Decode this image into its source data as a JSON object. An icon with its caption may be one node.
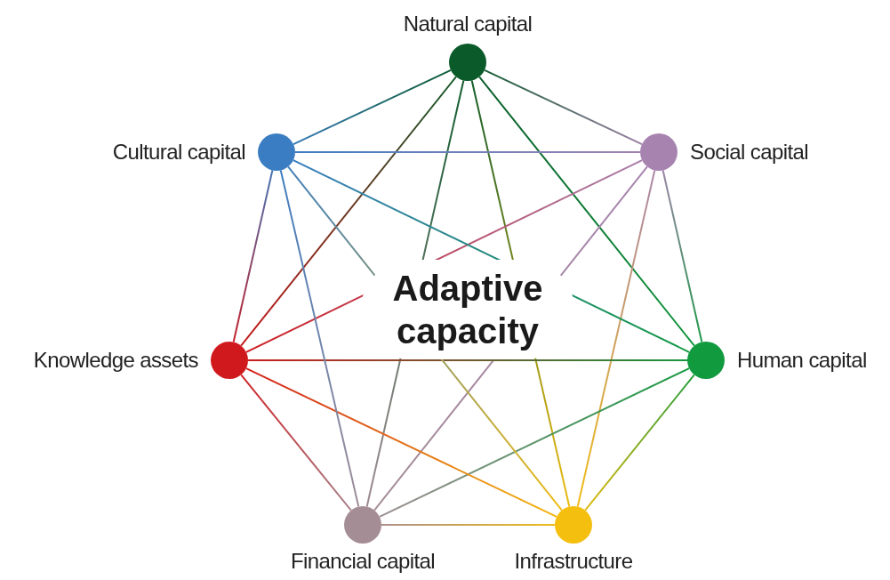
{
  "diagram": {
    "nodes": [
      {
        "text": [],
        "shape": "circle",
        "beside": [
          "Natural capital"
        ]
      },
      {
        "text": [],
        "shape": "circle",
        "beside": [
          "Social capital"
        ]
      },
      {
        "text": [],
        "shape": "circle",
        "beside": [
          "Human capital"
        ]
      },
      {
        "text": [],
        "shape": "circle",
        "beside": [
          "Infrastructure"
        ]
      },
      {
        "text": [],
        "shape": "circle",
        "beside": [
          "Financial capital"
        ]
      },
      {
        "text": [],
        "shape": "circle",
        "beside": [
          "Knowledge assets"
        ]
      },
      {
        "text": [],
        "shape": "circle",
        "beside": [
          "Cultural capital"
        ]
      }
    ],
    "edges": [
      {
        "from": 0,
        "to": 1,
        "arrow": "none"
      },
      {
        "from": 0,
        "to": 2,
        "arrow": "none"
      },
      {
        "from": 0,
        "to": 3,
        "arrow": "none"
      },
      {
        "from": 0,
        "to": 4,
        "arrow": "none"
      },
      {
        "from": 0,
        "to": 5,
        "arrow": "none"
      },
      {
        "from": 0,
        "to": 6,
        "arrow": "none"
      },
      {
        "from": 1,
        "to": 2,
        "arrow": "none"
      },
      {
        "from": 1,
        "to": 3,
        "arrow": "none"
      },
      {
        "from": 1,
        "to": 4,
        "arrow": "none"
      },
      {
        "from": 1,
        "to": 5,
        "arrow": "none"
      },
      {
        "from": 1,
        "to": 6,
        "arrow": "none"
      },
      {
        "from": 2,
        "to": 3,
        "arrow": "none"
      },
      {
        "from": 2,
        "to": 4,
        "arrow": "none"
      },
      {
        "from": 2,
        "to": 5,
        "arrow": "none"
      },
      {
        "from": 2,
        "to": 6,
        "arrow": "none"
      },
      {
        "from": 3,
        "to": 4,
        "arrow": "none"
      },
      {
        "from": 3,
        "to": 5,
        "arrow": "none"
      },
      {
        "from": 3,
        "to": 6,
        "arrow": "none"
      },
      {
        "from": 4,
        "to": 5,
        "arrow": "none"
      },
      {
        "from": 4,
        "to": 6,
        "arrow": "none"
      },
      {
        "from": 5,
        "to": 6,
        "arrow": "none"
      }
    ],
    "labels": [
      "Adaptive capacity"
    ]
  }
}
